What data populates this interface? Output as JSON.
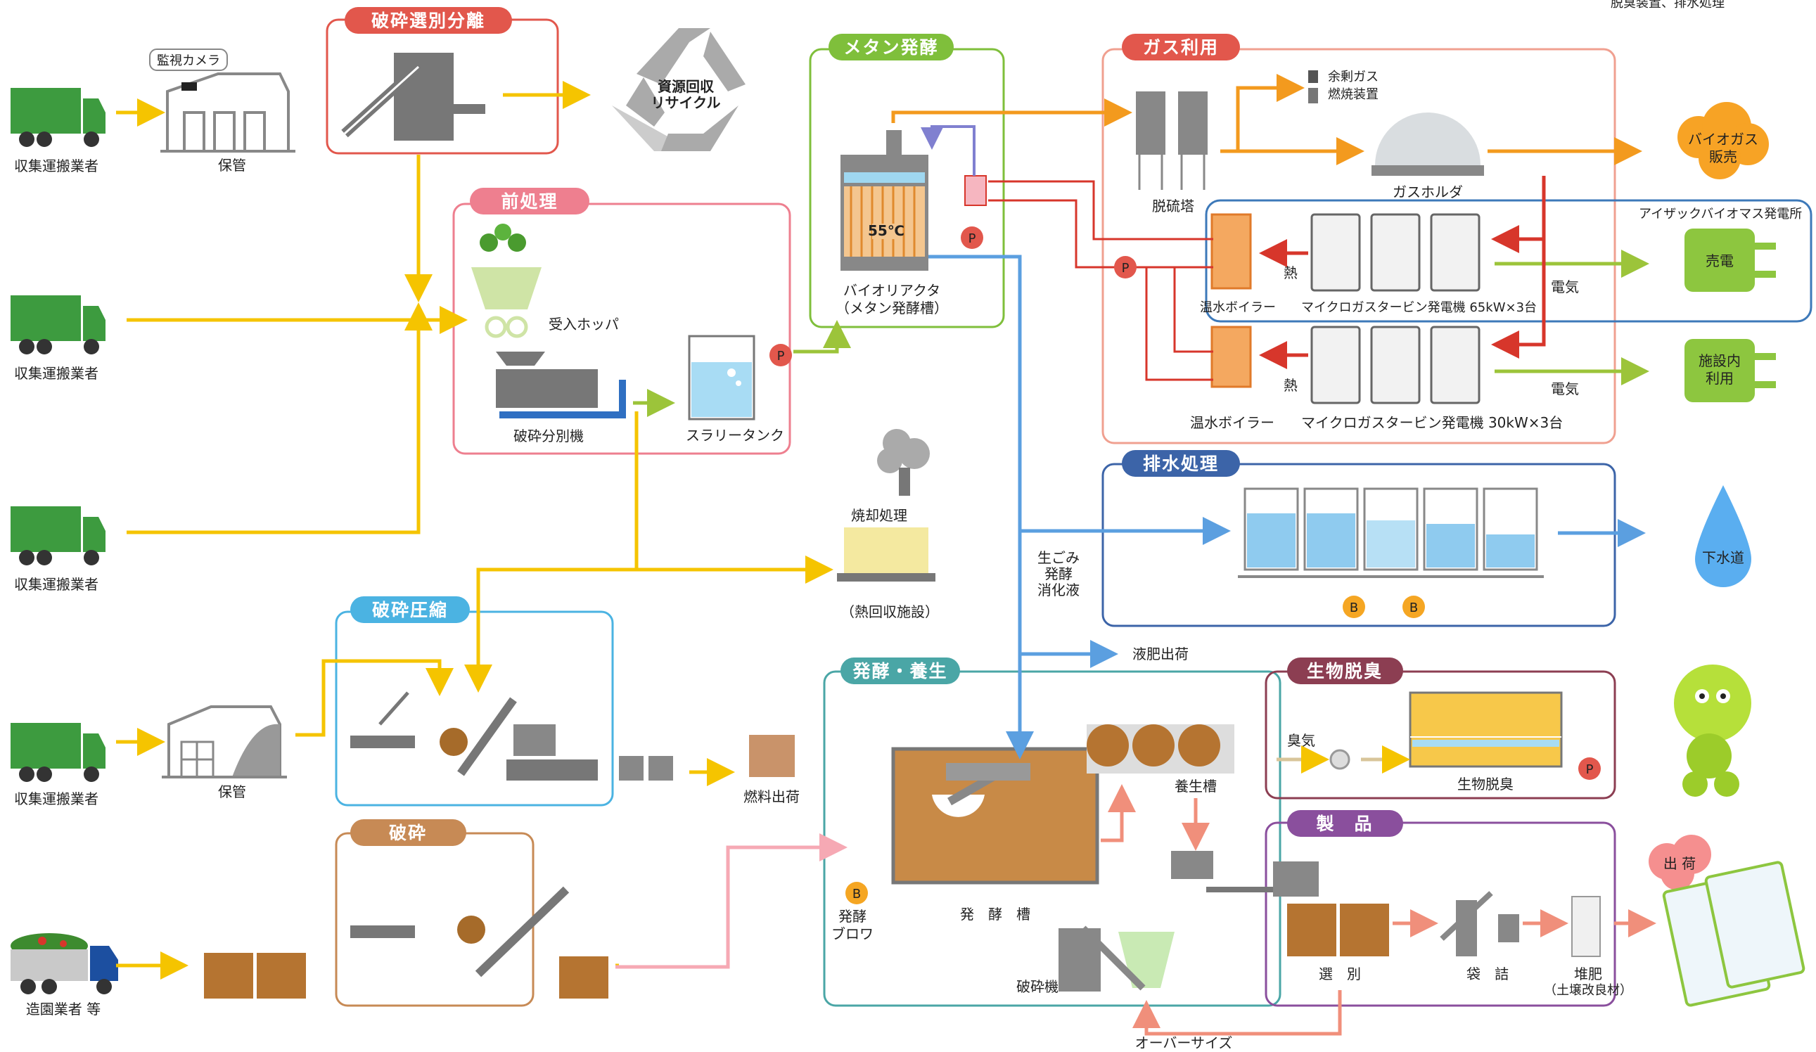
{
  "header_note": "脱臭装置、排水処理",
  "sections": {
    "crush_sort": "破砕選別分離",
    "pretreat": "前処理",
    "methane": "メタン発酵",
    "gas_use": "ガス利用",
    "wastewater": "排水処理",
    "crush_compress": "破砕圧縮",
    "crush": "破砕",
    "ferment_cure": "発酵・養生",
    "bio_deodor": "生物脱臭",
    "product": "製　品"
  },
  "labels": {
    "collector": "収集運搬業者",
    "landscaper": "造園業者 等",
    "camera": "監視カメラ",
    "storage": "保管",
    "recycle_1": "資源回収",
    "recycle_2": "リサイクル",
    "hopper": "受入ホッパ",
    "crusher_sorter": "破砕分別機",
    "slurry_tank": "スラリータンク",
    "temp": "55℃",
    "bioreactor_1": "バイオリアクタ",
    "bioreactor_2": "（メタン発酵槽）",
    "desulfur": "脱硫塔",
    "surplus_gas_1": "余剰ガス",
    "surplus_gas_2": "燃焼装置",
    "gas_holder": "ガスホルダ",
    "biogas_sale_1": "バイオガス",
    "biogas_sale_2": "販売",
    "isaac_plant": "アイザックバイオマス発電所",
    "heat": "熱",
    "electricity": "電気",
    "water_boiler": "温水ボイラー",
    "turbine_65": "マイクロガスタービン発電機 65kW×3台",
    "turbine_30": "マイクロガスタービン発電機 30kW×3台",
    "power_sale": "売電",
    "facility_use_1": "施設内",
    "facility_use_2": "利用",
    "incinerate": "焼却処理",
    "heat_recovery": "（熱回収施設）",
    "digestate_1": "生ごみ",
    "digestate_2": "発酵",
    "digestate_3": "消化液",
    "sewer": "下水道",
    "liquid_fert": "液肥出荷",
    "fuel_ship": "燃料出荷",
    "ferment_tank": "発　酵　槽",
    "ferment_blower_1": "発酵",
    "ferment_blower_2": "ブロワ",
    "curing_tank": "養生槽",
    "crusher": "破砕機",
    "odor": "臭気",
    "bio_deodor_unit": "生物脱臭",
    "sort": "選　別",
    "bagging": "袋　詰",
    "compost": "堆肥",
    "soil_improver": "（土壌改良材）",
    "oversize": "オーバーサイズ",
    "ship": "出 荷",
    "P": "P",
    "B": "B"
  },
  "colors": {
    "yellow": "#f5c400",
    "green_flow": "#9cc43a",
    "orange": "#f39a1e",
    "red": "#d7362b",
    "blue": "#5b9fe0",
    "pink": "#f6a9b4",
    "salmon": "#f08f7b",
    "truck_green": "#3d9b3f",
    "tag_red": "#e2574c",
    "tag_pink": "#ee7f8f",
    "tag_green": "#7fbf3b",
    "tag_blue": "#4bb3e2",
    "tag_brown": "#c78a55",
    "tag_navy": "#3c64a8",
    "tag_maroon": "#8c3e52",
    "tag_purple": "#8a4f9d"
  }
}
